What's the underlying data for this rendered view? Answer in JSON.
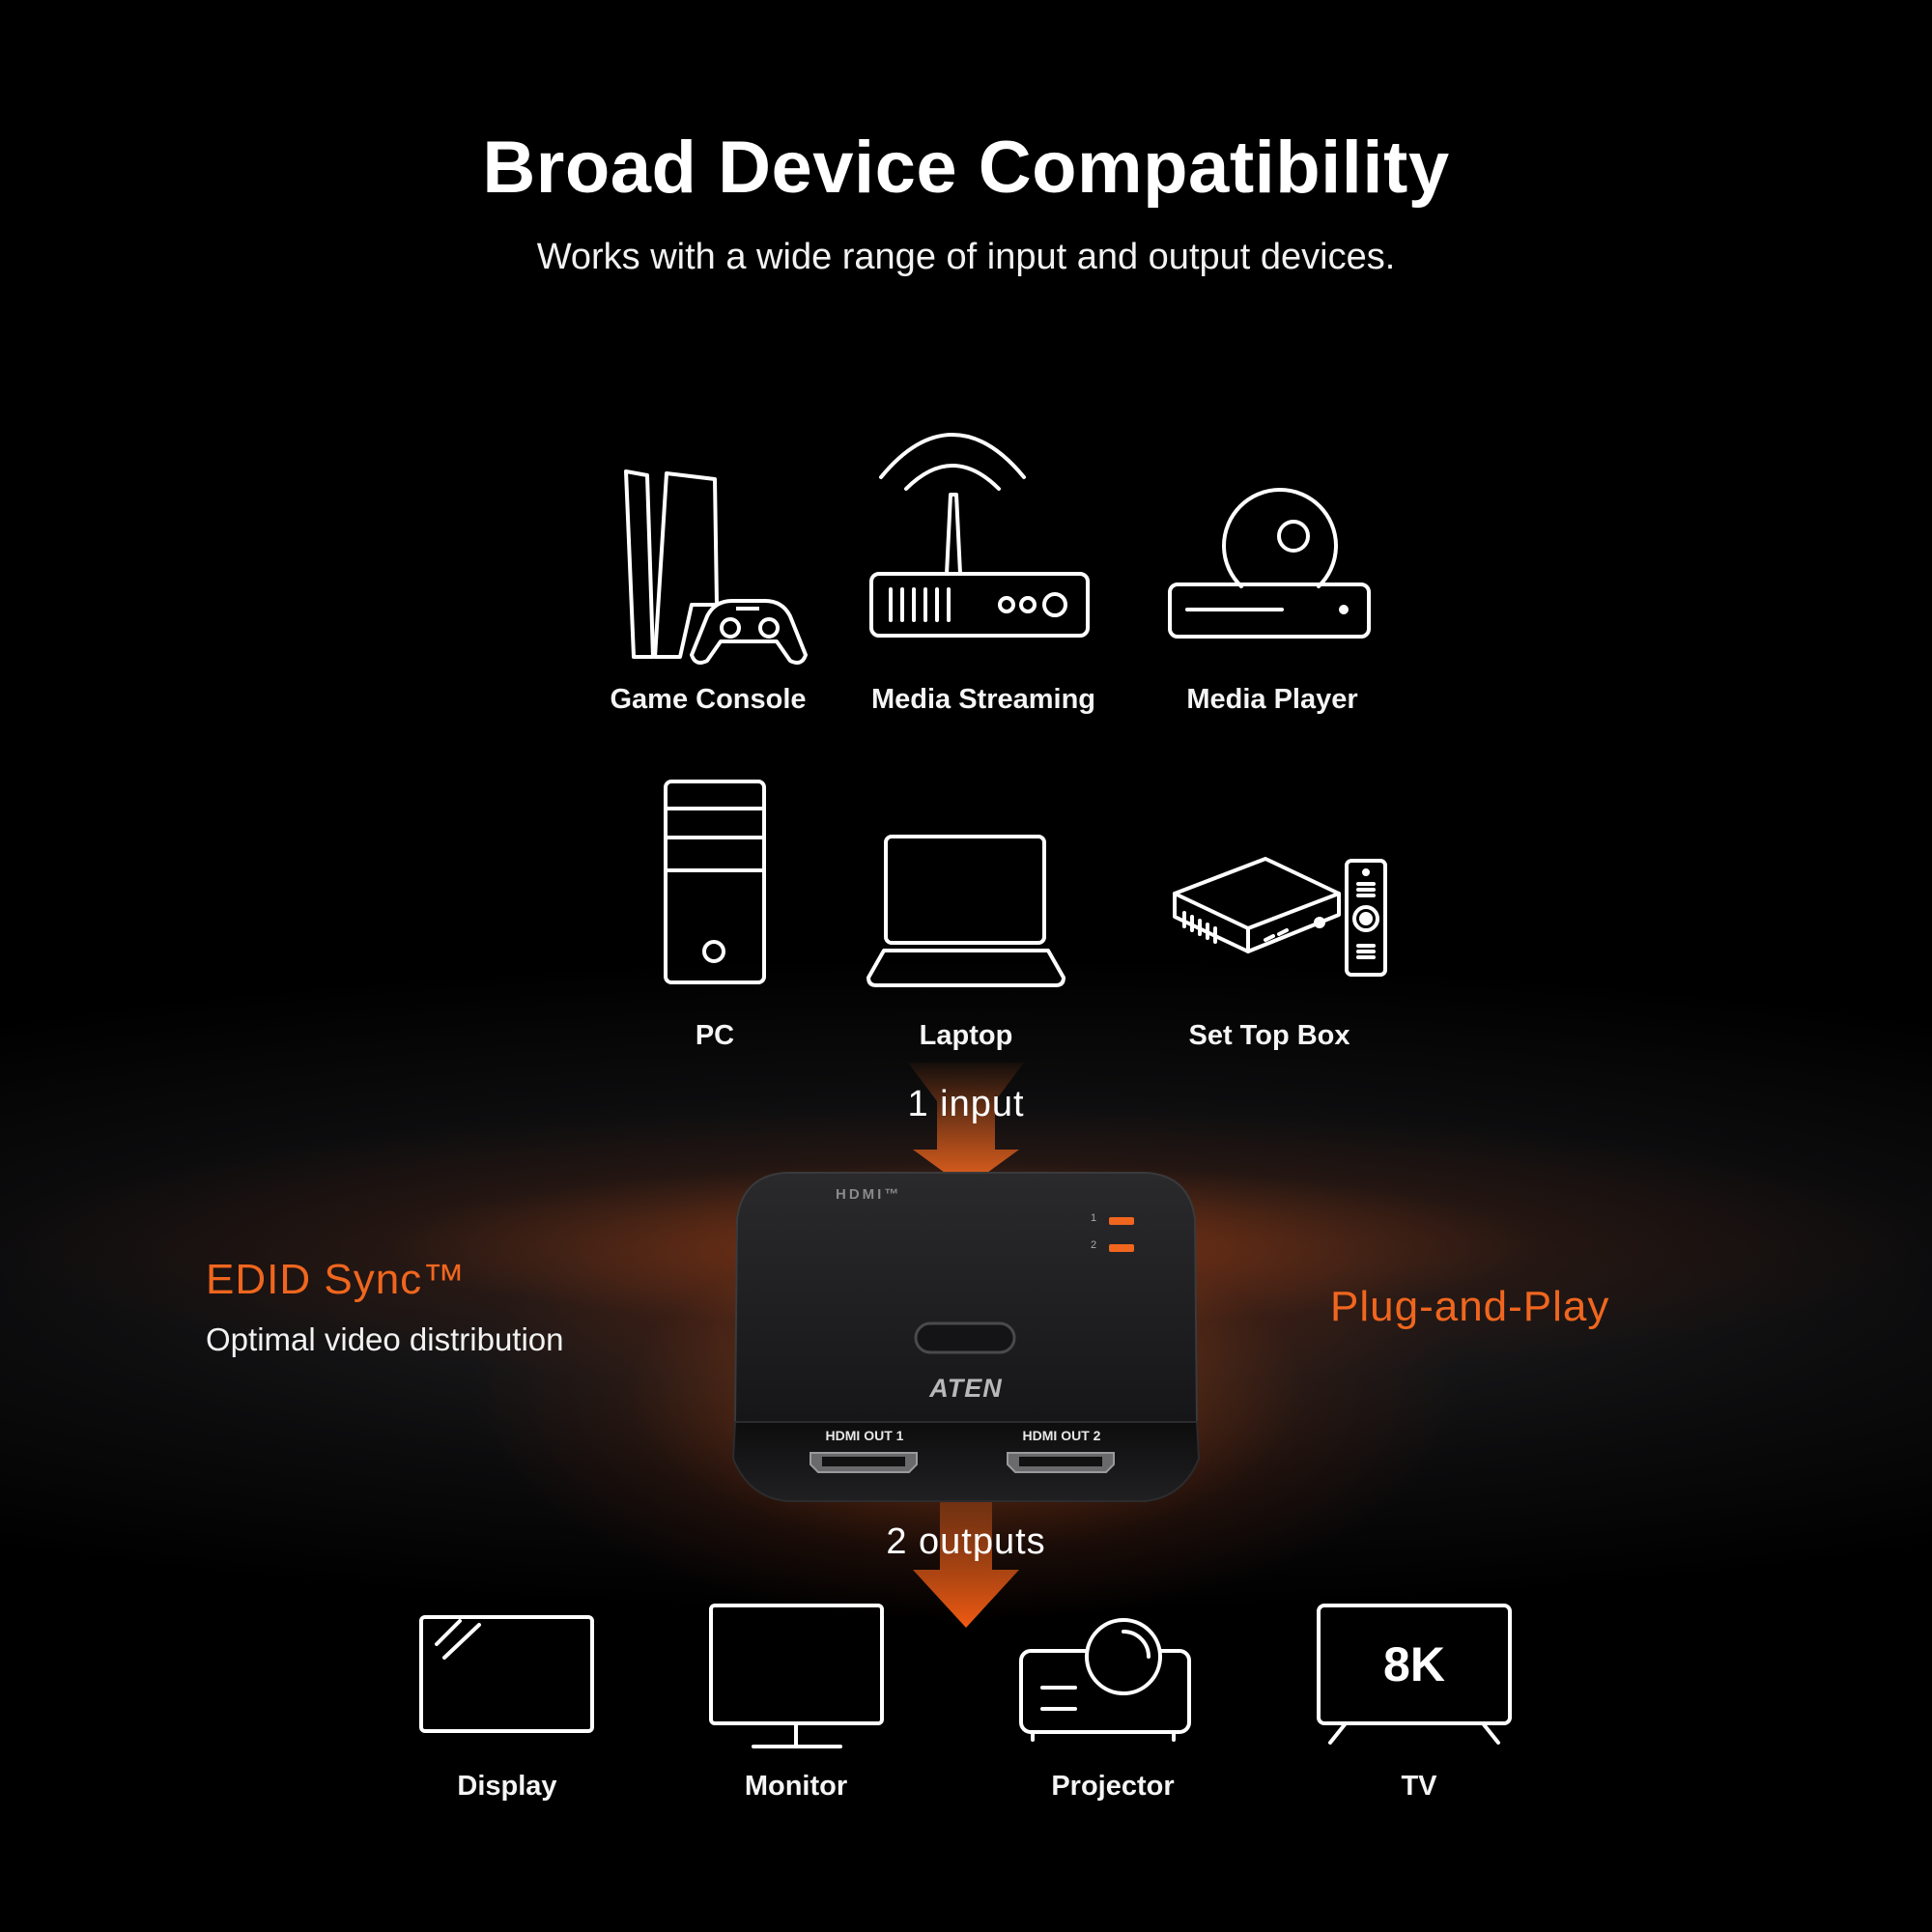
{
  "header": {
    "title": "Broad Device Compatibility",
    "subtitle": "Works with a wide range of input and output devices."
  },
  "inputs": [
    {
      "label": "Game Console",
      "icon": "game-console-icon"
    },
    {
      "label": "Media Streaming",
      "icon": "media-streaming-icon"
    },
    {
      "label": "Media Player",
      "icon": "media-player-icon"
    },
    {
      "label": "PC",
      "icon": "pc-icon"
    },
    {
      "label": "Laptop",
      "icon": "laptop-icon"
    },
    {
      "label": "Set Top Box",
      "icon": "set-top-box-icon"
    }
  ],
  "flow": {
    "input_label": "1 input",
    "output_label": "2 outputs"
  },
  "device": {
    "hdmi_logo": "HDMI™",
    "brand": "ATEN",
    "led_1": "1",
    "led_2": "2",
    "port_1": "HDMI OUT 1",
    "port_2": "HDMI OUT 2"
  },
  "features": {
    "left_title": "EDID Sync™",
    "left_subtitle": "Optimal video distribution",
    "right_title": "Plug-and-Play"
  },
  "outputs": [
    {
      "label": "Display",
      "icon": "display-icon"
    },
    {
      "label": "Monitor",
      "icon": "monitor-icon"
    },
    {
      "label": "Projector",
      "icon": "projector-icon"
    },
    {
      "label": "TV",
      "icon": "tv-icon",
      "badge": "8K"
    }
  ],
  "colors": {
    "accent": "#f0661e",
    "background": "#000000",
    "device_body": "#1c1c1e"
  }
}
